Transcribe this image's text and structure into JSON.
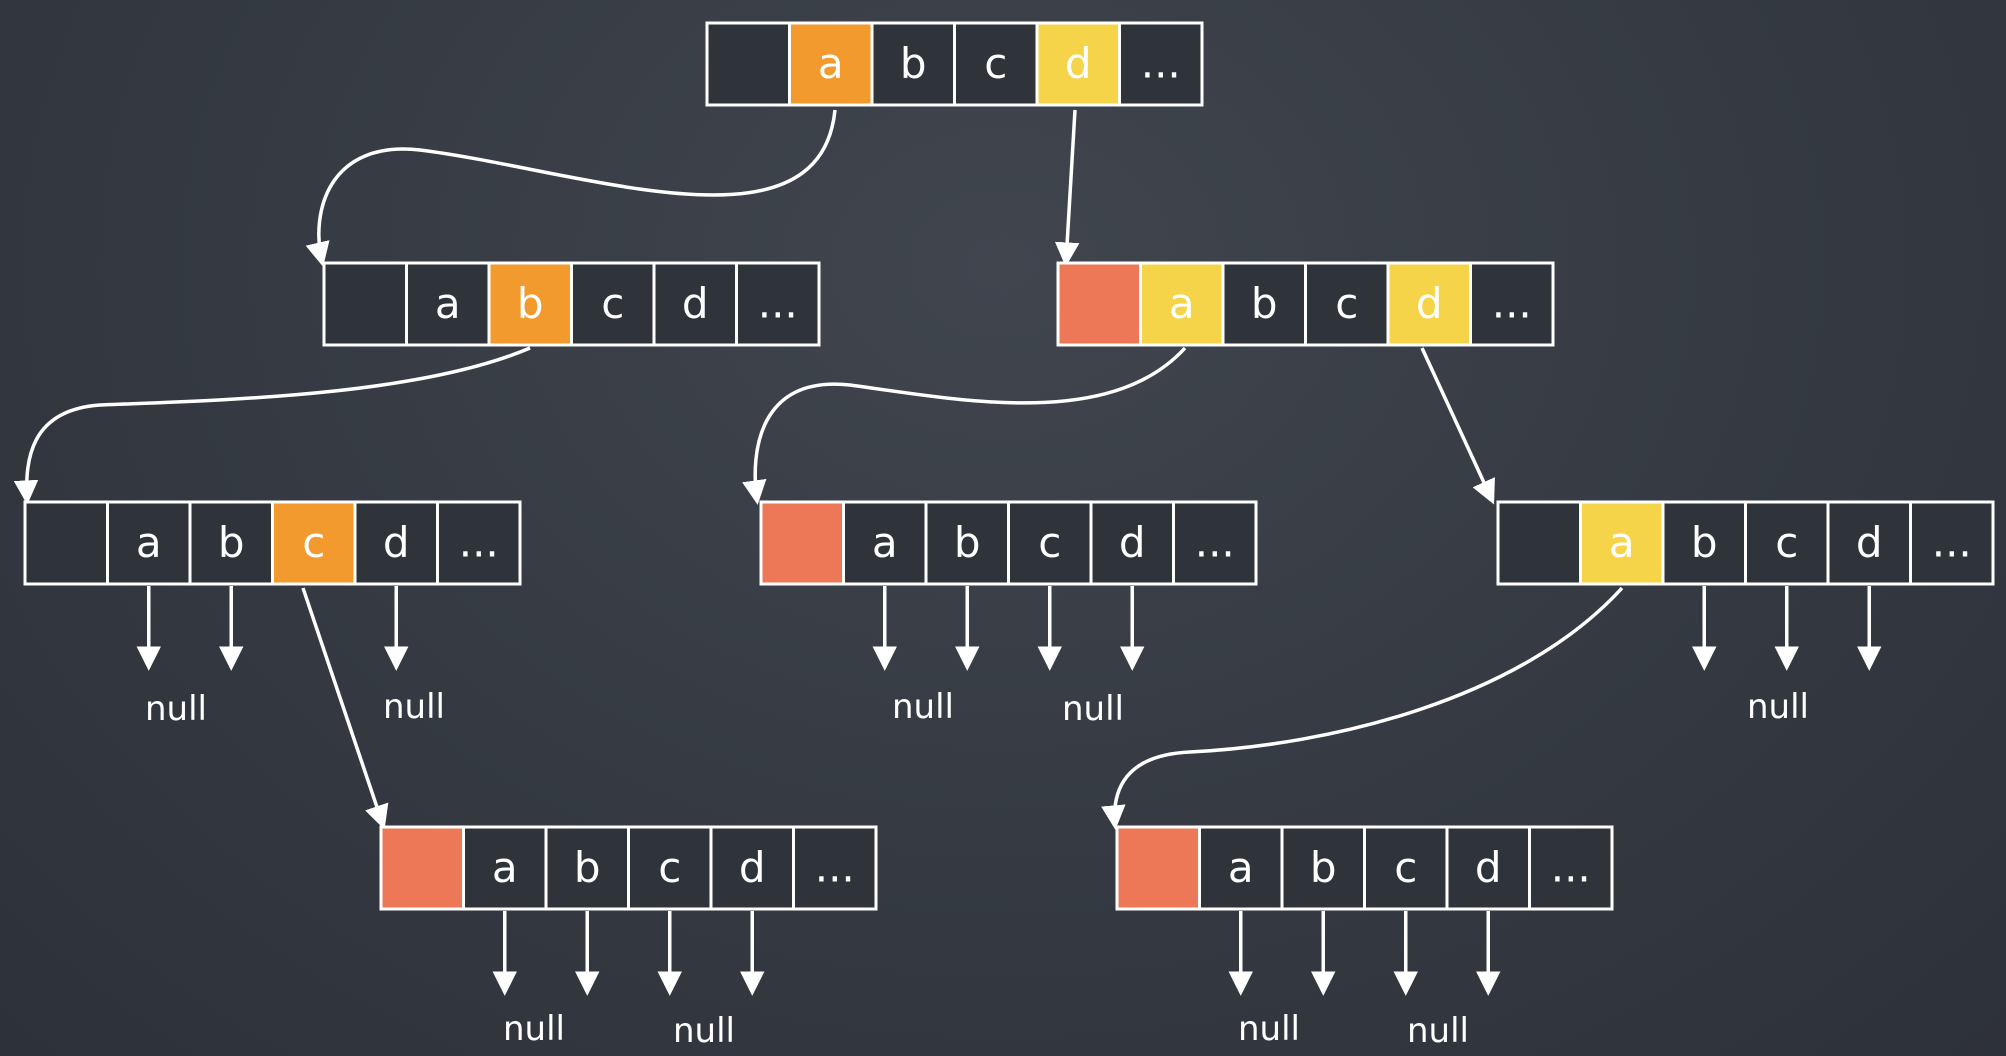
{
  "colors": {
    "background": "#363b43",
    "cell_fill": "#2f333a",
    "cell_border": "#ffffff",
    "orange": "#f29a2e",
    "yellow": "#f6d44a",
    "red": "#ec7857",
    "line": "#ffffff"
  },
  "null_label": "null",
  "nodes": [
    {
      "id": "root",
      "cells": [
        {
          "text": "",
          "fill": "dark"
        },
        {
          "text": "a",
          "fill": "orange"
        },
        {
          "text": "b",
          "fill": "dark"
        },
        {
          "text": "c",
          "fill": "dark"
        },
        {
          "text": "d",
          "fill": "yellow"
        },
        {
          "text": "...",
          "fill": "dark"
        }
      ]
    },
    {
      "id": "node-a",
      "cells": [
        {
          "text": "",
          "fill": "dark"
        },
        {
          "text": "a",
          "fill": "dark"
        },
        {
          "text": "b",
          "fill": "orange"
        },
        {
          "text": "c",
          "fill": "dark"
        },
        {
          "text": "d",
          "fill": "dark"
        },
        {
          "text": "...",
          "fill": "dark"
        }
      ]
    },
    {
      "id": "node-d",
      "cells": [
        {
          "text": "",
          "fill": "red"
        },
        {
          "text": "a",
          "fill": "yellow"
        },
        {
          "text": "b",
          "fill": "dark"
        },
        {
          "text": "c",
          "fill": "dark"
        },
        {
          "text": "d",
          "fill": "yellow"
        },
        {
          "text": "...",
          "fill": "dark"
        }
      ]
    },
    {
      "id": "node-ab",
      "cells": [
        {
          "text": "",
          "fill": "dark"
        },
        {
          "text": "a",
          "fill": "dark"
        },
        {
          "text": "b",
          "fill": "dark"
        },
        {
          "text": "c",
          "fill": "orange"
        },
        {
          "text": "d",
          "fill": "dark"
        },
        {
          "text": "...",
          "fill": "dark"
        }
      ]
    },
    {
      "id": "node-da",
      "cells": [
        {
          "text": "",
          "fill": "red"
        },
        {
          "text": "a",
          "fill": "dark"
        },
        {
          "text": "b",
          "fill": "dark"
        },
        {
          "text": "c",
          "fill": "dark"
        },
        {
          "text": "d",
          "fill": "dark"
        },
        {
          "text": "...",
          "fill": "dark"
        }
      ]
    },
    {
      "id": "node-dd",
      "cells": [
        {
          "text": "",
          "fill": "dark"
        },
        {
          "text": "a",
          "fill": "yellow"
        },
        {
          "text": "b",
          "fill": "dark"
        },
        {
          "text": "c",
          "fill": "dark"
        },
        {
          "text": "d",
          "fill": "dark"
        },
        {
          "text": "...",
          "fill": "dark"
        }
      ]
    },
    {
      "id": "node-abc",
      "cells": [
        {
          "text": "",
          "fill": "red"
        },
        {
          "text": "a",
          "fill": "dark"
        },
        {
          "text": "b",
          "fill": "dark"
        },
        {
          "text": "c",
          "fill": "dark"
        },
        {
          "text": "d",
          "fill": "dark"
        },
        {
          "text": "...",
          "fill": "dark"
        }
      ]
    },
    {
      "id": "node-dda",
      "cells": [
        {
          "text": "",
          "fill": "red"
        },
        {
          "text": "a",
          "fill": "dark"
        },
        {
          "text": "b",
          "fill": "dark"
        },
        {
          "text": "c",
          "fill": "dark"
        },
        {
          "text": "d",
          "fill": "dark"
        },
        {
          "text": "...",
          "fill": "dark"
        }
      ]
    }
  ]
}
